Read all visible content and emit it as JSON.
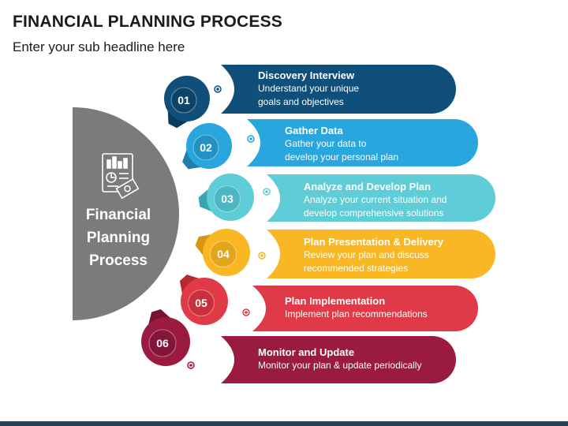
{
  "header": {
    "title": "FINANCIAL PLANNING PROCESS",
    "subtitle": "Enter your sub headline here"
  },
  "center": {
    "label": "Financial\nPlanning\nProcess",
    "icon": "financial-report-icon",
    "color": "#7b7b7b"
  },
  "steps": [
    {
      "number": "01",
      "title": "Discovery Interview",
      "desc": "Understand your unique\ngoals and objectives",
      "color": "#0f4f7a",
      "dark": "#0a3a5b"
    },
    {
      "number": "02",
      "title": "Gather Data",
      "desc": "Gather your data to\ndevelop your personal plan",
      "color": "#28a6dd",
      "dark": "#1f7fab"
    },
    {
      "number": "03",
      "title": "Analyze and Develop Plan",
      "desc": "Analyze your current situation and\ndevelop comprehensive solutions",
      "color": "#5fcdd7",
      "dark": "#3aa5b0"
    },
    {
      "number": "04",
      "title": "Plan Presentation & Delivery",
      "desc": "Review your plan and discuss\nrecommended strategies",
      "color": "#f9b823",
      "dark": "#d59610"
    },
    {
      "number": "05",
      "title": "Plan Implementation",
      "desc": "Implement plan recommendations",
      "color": "#e03a48",
      "dark": "#b82734"
    },
    {
      "number": "06",
      "title": "Monitor and Update",
      "desc": "Monitor your plan & update periodically",
      "color": "#9a1a42",
      "dark": "#741232"
    }
  ]
}
